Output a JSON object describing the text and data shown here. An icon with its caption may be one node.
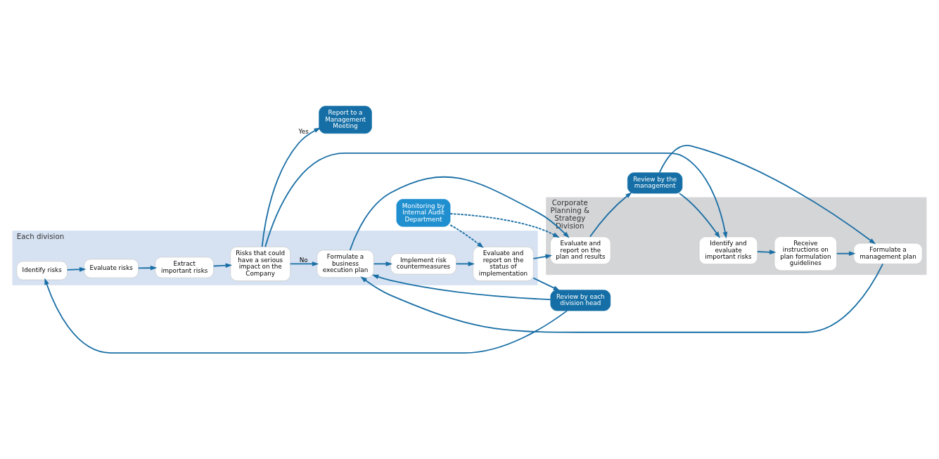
{
  "diagram": {
    "nodes": [
      {
        "text": [
          "Each division"
        ]
      },
      {
        "text": [
          "Identify risks"
        ],
        "in": 0
      },
      {
        "text": [
          "Evaluate risks"
        ],
        "in": 0
      },
      {
        "text": [
          "Extract important risks"
        ],
        "in": 0
      },
      {
        "text": [
          "Risks that could have a serious impact on the Company"
        ],
        "in": 0
      },
      {
        "text": [
          "Formulate a business execution plan"
        ],
        "in": 0
      },
      {
        "text": [
          "Implement risk countermeasures"
        ],
        "in": 0
      },
      {
        "text": [
          "Evaluate and report on the status of implementation"
        ],
        "in": 0
      },
      {
        "text": [
          "Review by each division head"
        ]
      },
      {
        "text": [
          "Report to a Management Meeting"
        ]
      },
      {
        "text": [
          "Corporate Planning & Strategy Division"
        ]
      },
      {
        "text": [
          "Identify and evaluate important risks"
        ],
        "in": 10
      },
      {
        "text": [
          "Receive instructions on plan formulation guidelines"
        ],
        "in": 10
      },
      {
        "text": [
          "Formulate a management plan"
        ],
        "in": 10
      },
      {
        "text": [
          "Evaluate and report on the plan and results"
        ],
        "in": 10
      },
      {
        "text": [
          "Review by the management"
        ]
      },
      {
        "text": [
          "Monitoring by Internal Audit Department"
        ]
      }
    ],
    "edges": [
      {
        "from": 1,
        "to": 2,
        "arrow": "to"
      },
      {
        "from": 2,
        "to": 3,
        "arrow": "to"
      },
      {
        "from": 3,
        "to": 4,
        "arrow": "to"
      },
      {
        "from": 4,
        "to": 5,
        "arrow": "to",
        "label": "No"
      },
      {
        "from": 5,
        "to": 6,
        "arrow": "to"
      },
      {
        "from": 6,
        "to": 7,
        "arrow": "to"
      },
      {
        "from": 7,
        "to": 8,
        "arrow": "to"
      },
      {
        "from": 8,
        "to": 1,
        "arrow": "to"
      },
      {
        "from": 8,
        "to": 5,
        "arrow": "to"
      },
      {
        "from": 4,
        "to": 9,
        "arrow": "to",
        "label": "Yes"
      },
      {
        "from": 4,
        "to": 11,
        "arrow": "to"
      },
      {
        "from": 11,
        "to": 12,
        "arrow": "to"
      },
      {
        "from": 12,
        "to": 13,
        "arrow": "to"
      },
      {
        "from": 13,
        "to": 5,
        "arrow": "to"
      },
      {
        "from": 5,
        "to": 14,
        "arrow": "to"
      },
      {
        "from": 7,
        "to": 14,
        "arrow": "to"
      },
      {
        "from": 14,
        "to": 15,
        "arrow": "to"
      },
      {
        "from": 15,
        "to": 11,
        "arrow": "to"
      },
      {
        "from": 15,
        "to": 13,
        "arrow": "to"
      },
      {
        "from": 16,
        "to": 7,
        "arrow": "to",
        "style": "dashed"
      },
      {
        "from": 16,
        "to": 14,
        "arrow": "to",
        "style": "dashed"
      }
    ]
  }
}
